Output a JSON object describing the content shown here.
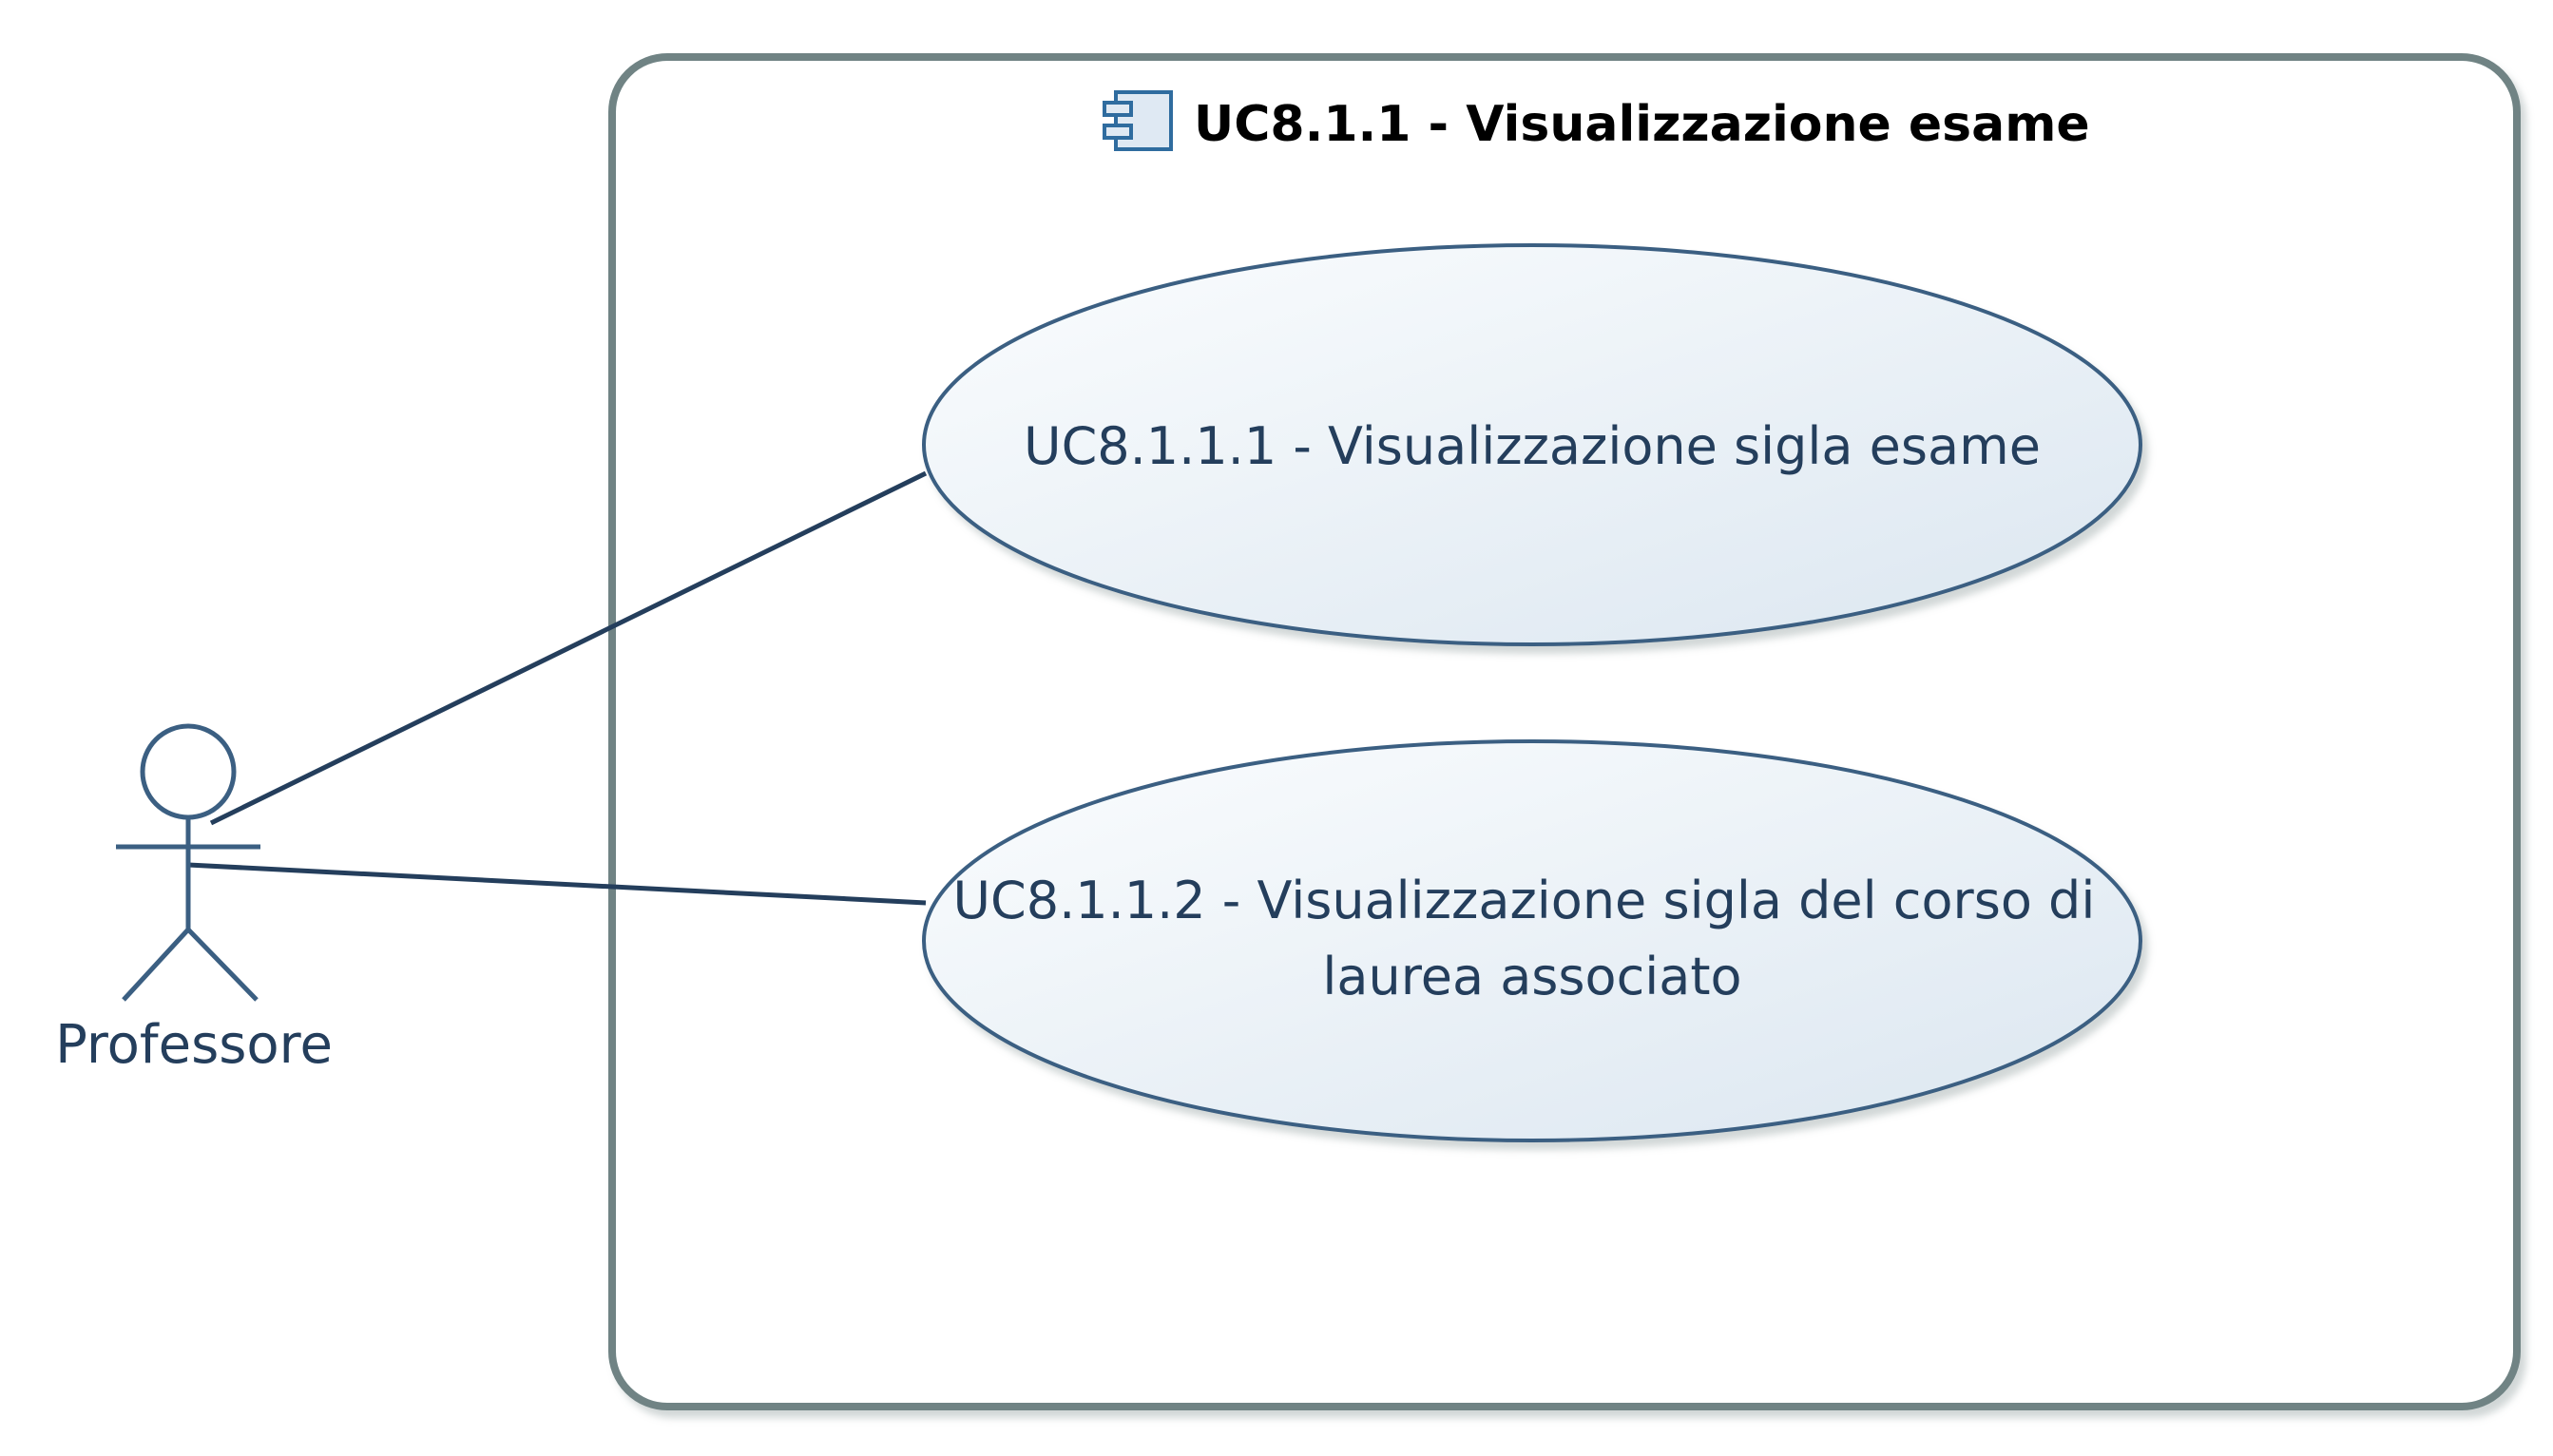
{
  "system": {
    "title": "UC8.1.1 - Visualizzazione esame",
    "icon": "component-icon"
  },
  "actor": {
    "name": "Professore",
    "icon": "stick-figure-actor"
  },
  "use_cases": [
    {
      "lines": [
        "UC8.1.1.1 - Visualizzazione sigla esame"
      ]
    },
    {
      "lines": [
        "UC8.1.1.2 - Visualizzazione sigla del corso di",
        "laurea associato"
      ]
    }
  ],
  "associations": [
    {
      "from": "Professore",
      "to": "UC8.1.1.1 - Visualizzazione sigla esame"
    },
    {
      "from": "Professore",
      "to": "UC8.1.1.2 - Visualizzazione sigla del corso di laurea associato"
    }
  ],
  "colors": {
    "system_border": "#6f8384",
    "line": "#243e5c",
    "usecase_fill_light": "#fbfdfe",
    "usecase_fill_dark": "#dbe6f0",
    "text": "#243e5c"
  }
}
